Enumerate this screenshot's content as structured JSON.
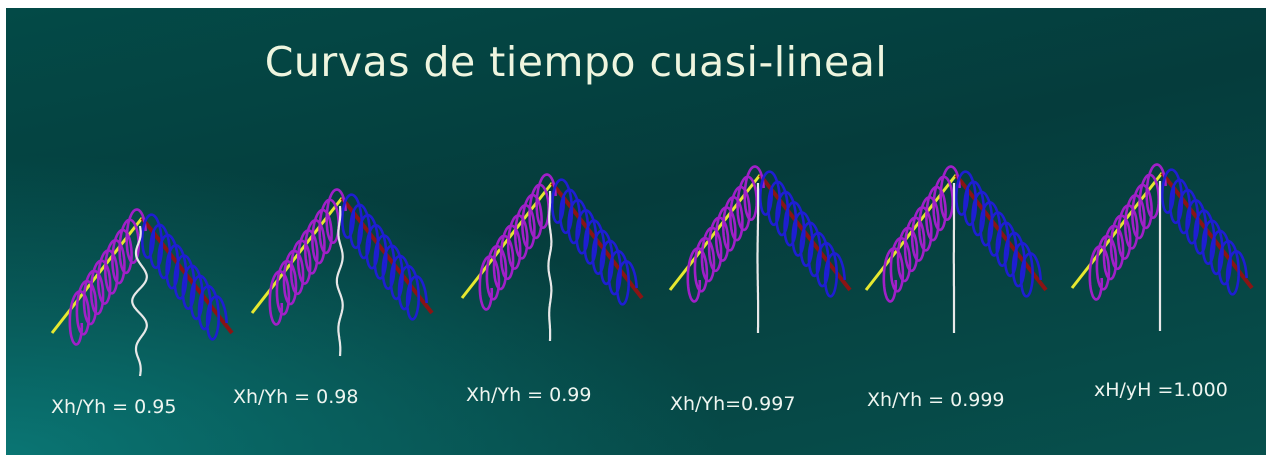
{
  "slide": {
    "title": "Curvas de tiempo cuasi-lineal",
    "colors": {
      "background": "#053c3c",
      "text": "#eef5df",
      "axis_yellow": "#e6e830",
      "axis_red": "#8a1414",
      "coil_magenta": "#a020c8",
      "coil_blue": "#1e1ed2",
      "curve_white": "#e8e8e8"
    },
    "panels": [
      {
        "label": "Xh/Yh = 0.95",
        "ratio": 0.95
      },
      {
        "label": "Xh/Yh = 0.98",
        "ratio": 0.98
      },
      {
        "label": "Xh/Yh = 0.99",
        "ratio": 0.99
      },
      {
        "label": "Xh/Yh=0.997",
        "ratio": 0.997
      },
      {
        "label": "Xh/Yh = 0.999",
        "ratio": 0.999
      },
      {
        "label": "xH/yH =1.000",
        "ratio": 1.0
      }
    ]
  }
}
